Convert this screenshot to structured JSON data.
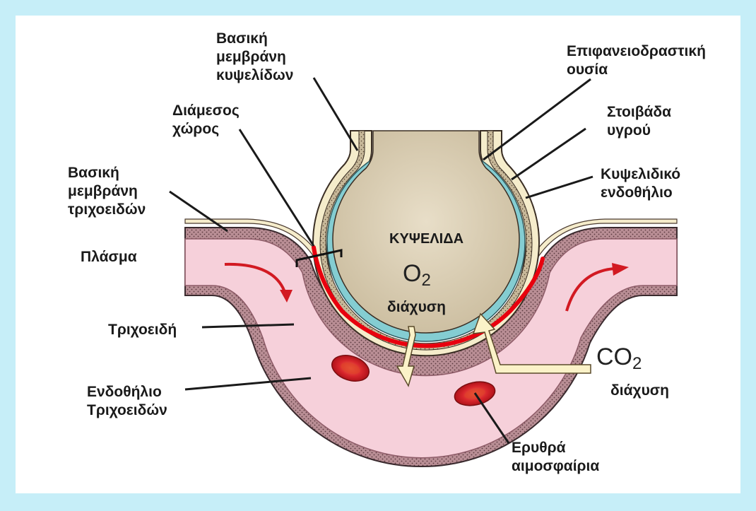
{
  "labels": {
    "alveolar_basement_membrane": [
      "Βασική",
      "μεμβράνη",
      "κυψελίδων"
    ],
    "surfactant": [
      "Επιφανειοδραστική",
      "ουσία"
    ],
    "interstitial_space": [
      "Διάμεσος",
      "χώρος"
    ],
    "fluid_layer": [
      "Στοιβάδα",
      "υγρού"
    ],
    "alveolar_epithelium": [
      "Κυψελιδικό",
      "ενδοθήλιο"
    ],
    "capillary_basement_membrane": [
      "Βασική",
      "μεμβράνη",
      "τριχοειδών"
    ],
    "plasma": "Πλάσμα",
    "alveolus": "ΚΥΨΕΛΙΔΑ",
    "capillary": "Τριχοειδή",
    "capillary_endothelium": [
      "Ενδοθήλιο",
      "Τριχοειδών"
    ],
    "red_blood_cells": [
      "Ερυθρά",
      "αιμοσφαίρια"
    ]
  },
  "gases": {
    "o2": {
      "symbol": "O",
      "subscript": "2",
      "caption": "διάχυση"
    },
    "co2": {
      "symbol": "CO",
      "subscript": "2",
      "caption": "διάχυση"
    }
  },
  "colors": {
    "background": "#c6eef8",
    "panel": "#ffffff",
    "alveolus_fill": "#d8ccb2",
    "fluid_layer": "#84cdd2",
    "membrane": "#f5eccb",
    "capillary_wall": "#e5a4b9",
    "plasma": "#f6d0da",
    "red_line": "#e8000e",
    "flow_arrow": "#d21a22",
    "diffusion_arrow": "#fbf2c8",
    "rbc": "#d9262c"
  },
  "icons": [
    "flow-arrow-icon",
    "diffusion-arrow-icon",
    "red-blood-cell-icon"
  ]
}
